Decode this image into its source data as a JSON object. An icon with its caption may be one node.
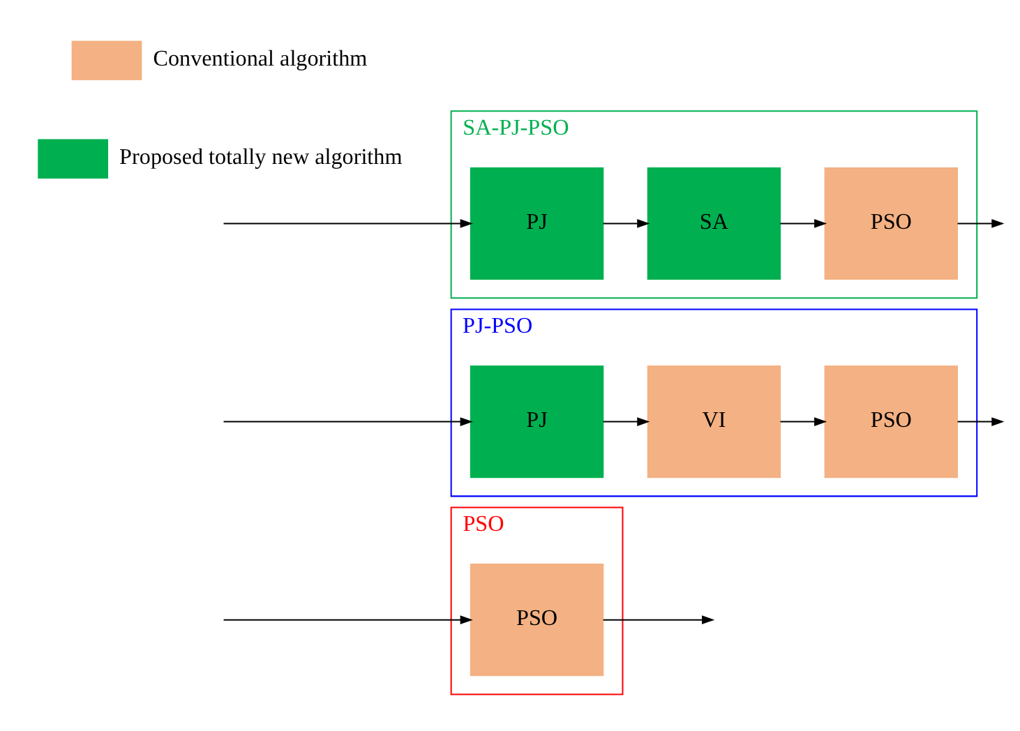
{
  "diagram": {
    "nodes": [
      {
        "text": [
          "PSO"
        ]
      },
      {
        "text": [
          "PSO"
        ],
        "in": 0
      },
      {
        "text": [
          "PJ-PSO"
        ]
      },
      {
        "text": [
          "PJ"
        ],
        "in": 2
      },
      {
        "text": [
          "VI"
        ],
        "in": 2
      },
      {
        "text": [
          "PSO"
        ],
        "in": 2
      },
      {
        "text": [
          "SA-PJ-PSO"
        ]
      },
      {
        "text": [
          "PJ"
        ],
        "in": 6
      },
      {
        "text": [
          "SA"
        ],
        "in": 6
      },
      {
        "text": [
          "PSO"
        ],
        "in": 6
      }
    ],
    "edges": [
      {
        "from": null,
        "to": 1,
        "arrow": "to"
      },
      {
        "from": 1,
        "to": null,
        "arrow": "to"
      },
      {
        "from": null,
        "to": 3,
        "arrow": "to"
      },
      {
        "from": 3,
        "to": 4,
        "arrow": "to"
      },
      {
        "from": 4,
        "to": 5,
        "arrow": "to"
      },
      {
        "from": 5,
        "to": null,
        "arrow": "to"
      },
      {
        "from": null,
        "to": 7,
        "arrow": "to"
      },
      {
        "from": 7,
        "to": 8,
        "arrow": "to"
      },
      {
        "from": 8,
        "to": 9,
        "arrow": "to"
      },
      {
        "from": 9,
        "to": null,
        "arrow": "to"
      }
    ],
    "legend": [
      {
        "text": "Conventional algorithm",
        "color": "#f4b183"
      },
      {
        "text": "Proposed totally new algorithm",
        "color": "#00b050"
      }
    ]
  }
}
